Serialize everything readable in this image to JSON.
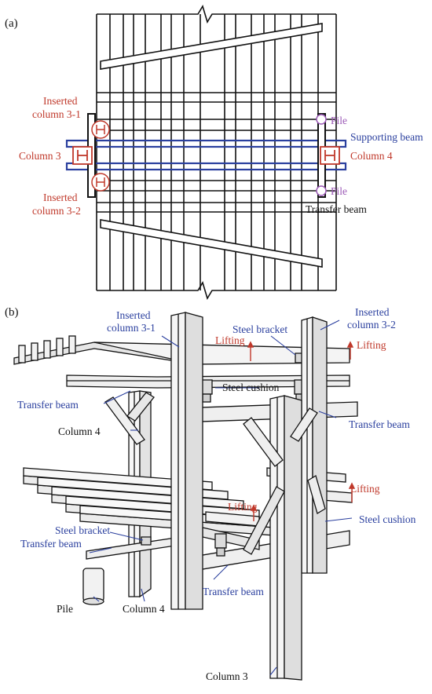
{
  "figure": {
    "panel_a": {
      "tag": "(a)",
      "labels": {
        "inserted_3_1": [
          "Inserted",
          "column 3-1"
        ],
        "column_3": "Column 3",
        "inserted_3_2": [
          "Inserted",
          "column 3-2"
        ],
        "pile_top": "Pile",
        "supporting_beam": "Supporting beam",
        "column_4": "Column 4",
        "pile_bottom": "Pile",
        "transfer_beam": "Transfer beam"
      },
      "colors": {
        "red": "#c0392b",
        "blue": "#2a3f9e",
        "purple": "#9b59b6",
        "black": "#111111"
      }
    },
    "panel_b": {
      "tag": "(b)",
      "labels": {
        "inserted_3_1": [
          "Inserted",
          "column 3-1"
        ],
        "inserted_3_2": [
          "Inserted",
          "column 3-2"
        ],
        "steel_bracket_top": "Steel bracket",
        "lifting_1": "Lifting",
        "lifting_2": "Lifting",
        "steel_cushion_top": "Steel cushion",
        "transfer_beam_left": "Transfer beam",
        "transfer_beam_right": "Transfer beam",
        "column_4_top": "Column 4",
        "lifting_3": "Lifting",
        "lifting_4": "Lifting",
        "steel_cushion_right": "Steel cushion",
        "steel_bracket_left": "Steel bracket",
        "transfer_beam_lower_left": "Transfer beam",
        "transfer_beam_bottom": "Transfer beam",
        "pile": "Pile",
        "column_4_bottom": "Column 4",
        "column_3": "Column 3"
      }
    }
  }
}
